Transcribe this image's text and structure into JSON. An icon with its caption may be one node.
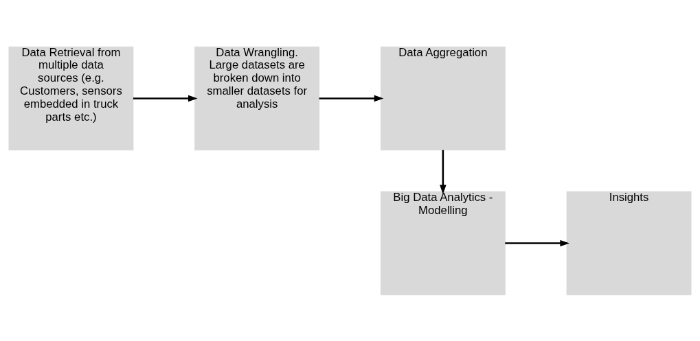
{
  "diagram": {
    "nodes": [
      {
        "text": [
          "Data Retrieval from multiple data sources (e.g. Customers, sensors embedded in truck parts etc.)"
        ]
      },
      {
        "text": [
          "Data Wrangling. Large datasets are broken down into smaller datasets for analysis"
        ]
      },
      {
        "text": [
          "Data Aggregation"
        ]
      },
      {
        "text": [
          "Big Data Analytics - Modelling"
        ]
      },
      {
        "text": [
          "Insights"
        ]
      }
    ],
    "edges": [
      {
        "from": 0,
        "to": 1,
        "arrow": "to"
      },
      {
        "from": 1,
        "to": 2,
        "arrow": "to"
      },
      {
        "from": 2,
        "to": 3,
        "arrow": "to"
      },
      {
        "from": 3,
        "to": 4,
        "arrow": "to"
      }
    ]
  }
}
